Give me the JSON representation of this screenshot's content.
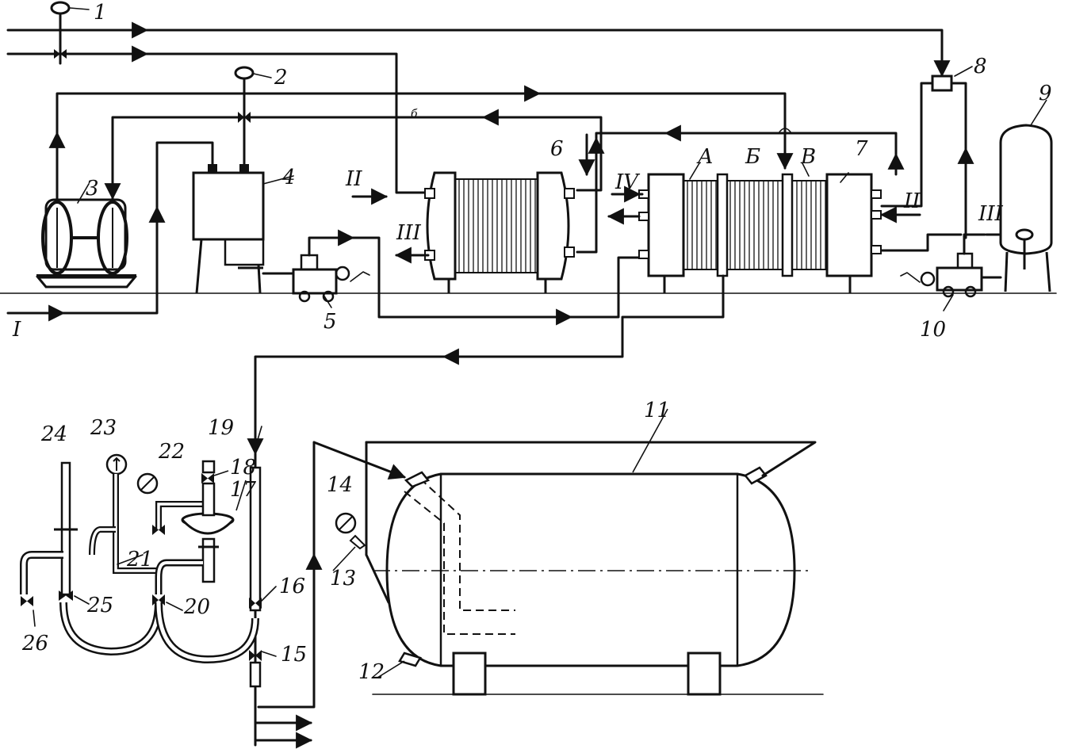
{
  "labels": {
    "n1": "1",
    "n2": "2",
    "n3": "3",
    "n4": "4",
    "n5": "5",
    "n6": "6",
    "n7": "7",
    "n8": "8",
    "n9": "9",
    "n10": "10",
    "n11": "11",
    "n12": "12",
    "n13": "13",
    "n14": "14",
    "n15": "15",
    "n16": "16",
    "n17": "17",
    "n18": "18",
    "n19": "19",
    "n20": "20",
    "n21": "21",
    "n22": "22",
    "n23": "23",
    "n24": "24",
    "n25": "25",
    "n26": "26",
    "sec_a": "А",
    "sec_b": "Б",
    "sec_v": "В",
    "sec_b6": "б"
  },
  "streams": {
    "s1": "I",
    "s2": "II",
    "s3": "III",
    "s4": "IV",
    "s2b": "II",
    "s3b": "III"
  }
}
